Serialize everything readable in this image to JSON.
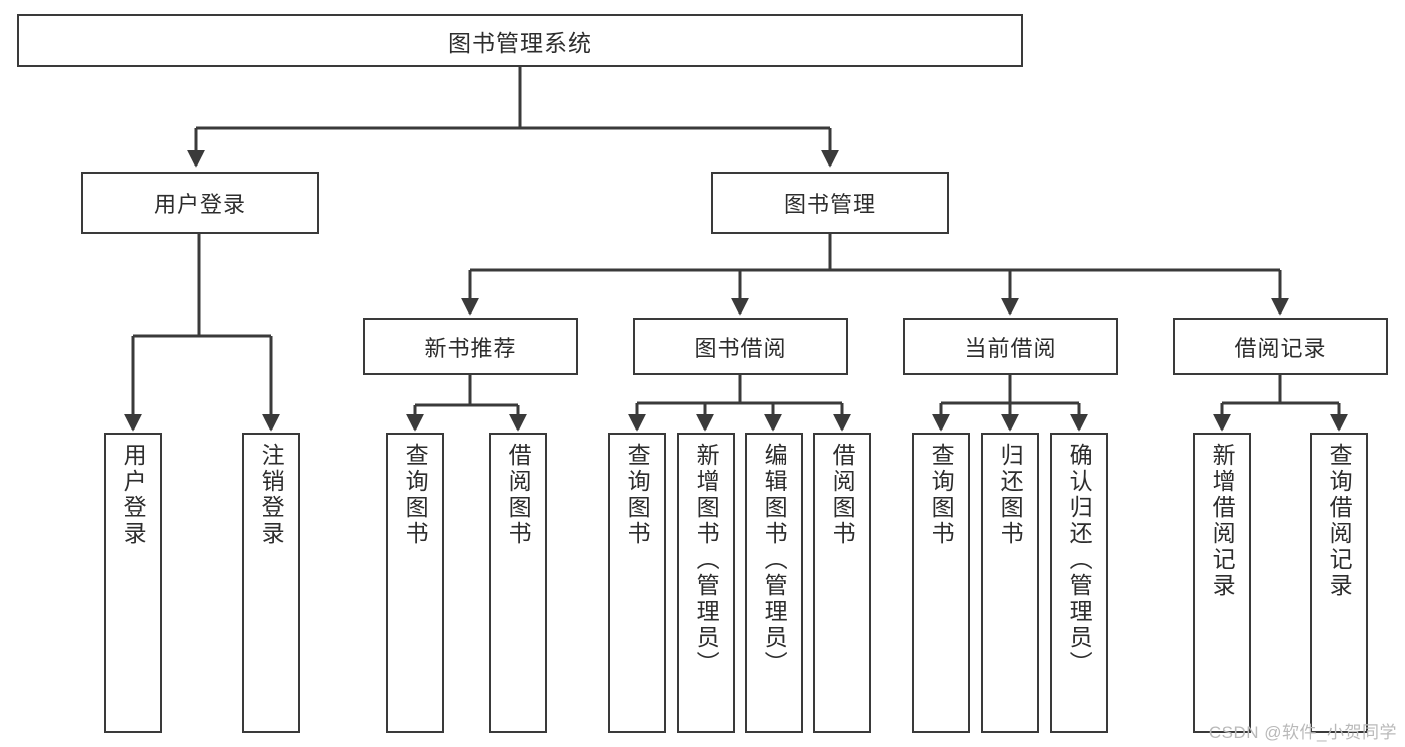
{
  "diagram": {
    "type": "tree",
    "title": "图书管理系统",
    "watermark": "CSDN @软件_小贺同学",
    "colors": {
      "box_border": "#3a3a3a",
      "box_fill": "#ffffff",
      "edge": "#3a3a3a",
      "text": "#2d2d2d",
      "watermark": "#b9b9b9",
      "background": "#ffffff"
    },
    "root": {
      "label": "图书管理系统"
    },
    "level1": [
      {
        "id": "user-login",
        "label": "用户登录"
      },
      {
        "id": "book-management",
        "label": "图书管理"
      }
    ],
    "level2": [
      {
        "id": "new-book-recommend",
        "label": "新书推荐",
        "parent": "book-management"
      },
      {
        "id": "book-borrow",
        "label": "图书借阅",
        "parent": "book-management"
      },
      {
        "id": "current-borrow",
        "label": "当前借阅",
        "parent": "book-management"
      },
      {
        "id": "borrow-record",
        "label": "借阅记录",
        "parent": "book-management"
      }
    ],
    "leaves": {
      "user-login": [
        {
          "id": "leaf-user-login",
          "label": "用户登录"
        },
        {
          "id": "leaf-user-logout",
          "label": "注销登录"
        }
      ],
      "new-book-recommend": [
        {
          "id": "leaf-query-book-1",
          "label": "查询图书"
        },
        {
          "id": "leaf-borrow-book-1",
          "label": "借阅图书"
        }
      ],
      "book-borrow": [
        {
          "id": "leaf-query-book-2",
          "label": "查询图书"
        },
        {
          "id": "leaf-add-book",
          "label": "新增图书（管理员）"
        },
        {
          "id": "leaf-edit-book",
          "label": "编辑图书（管理员）"
        },
        {
          "id": "leaf-borrow-book-2",
          "label": "借阅图书"
        }
      ],
      "current-borrow": [
        {
          "id": "leaf-query-book-3",
          "label": "查询图书"
        },
        {
          "id": "leaf-return-book",
          "label": "归还图书"
        },
        {
          "id": "leaf-confirm-return",
          "label": "确认归还（管理员）"
        }
      ],
      "borrow-record": [
        {
          "id": "leaf-add-record",
          "label": "新增借阅记录"
        },
        {
          "id": "leaf-query-record",
          "label": "查询借阅记录"
        }
      ]
    }
  }
}
